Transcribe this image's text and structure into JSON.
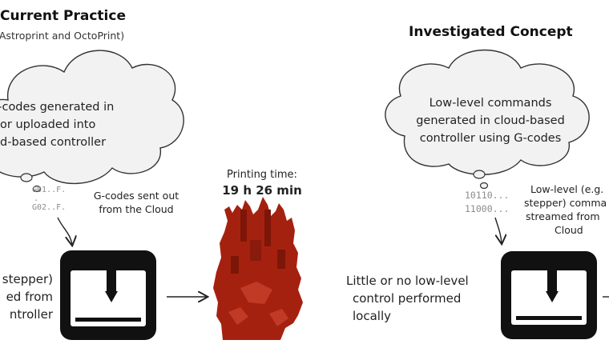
{
  "left": {
    "title": "Current Practice",
    "subtitle": "(Astroprint and OctoPrint)",
    "cloud_lines": [
      "G-codes generated in",
      "or uploaded into",
      "cloud-based controller"
    ],
    "code_lines": [
      "G01..F.",
      ".",
      "G02..F."
    ],
    "note_lines": [
      "G-codes sent out",
      "from the Cloud"
    ],
    "side_lines": [
      "stepper)",
      "ed from",
      "ntroller"
    ]
  },
  "middle": {
    "time_label": "Printing time:",
    "time_value": "19 h 26 min"
  },
  "right": {
    "title": "Investigated Concept",
    "cloud_lines": [
      "Low-level commands",
      "generated in cloud-based",
      "controller using G-codes"
    ],
    "code_lines": [
      "10110...",
      "11000..."
    ],
    "note_lines": [
      "Low-level (e.g.",
      "stepper) comma",
      "streamed from",
      "Cloud"
    ],
    "side_lines": [
      "Little or no low-level",
      "control performed",
      "locally"
    ]
  },
  "colors": {
    "cloud_fill": "#f2f2f2",
    "printer_dark": "#111111",
    "model_red": "#a5210f"
  }
}
